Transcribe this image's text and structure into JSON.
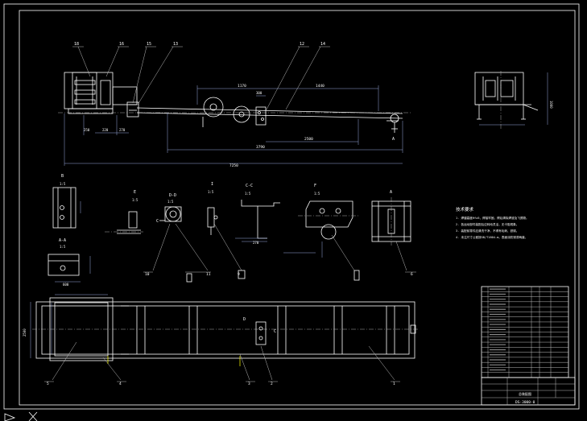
{
  "drawing": {
    "balloons": [
      "18",
      "16",
      "15",
      "13",
      "12",
      "14",
      "10",
      "11",
      "9",
      "6",
      "5",
      "4",
      "3",
      "2",
      "1"
    ],
    "dims": {
      "d1170": "1170",
      "d1440": "1440",
      "d3790": "3790",
      "d7250": "7250",
      "d2500": "2500",
      "d250": "250",
      "d220": "220",
      "d270": "270",
      "d300": "300",
      "d600": "600",
      "d1000": "1000",
      "d2500v": "2500"
    },
    "views": {
      "bView": "B",
      "bScale": "1:5",
      "aaView": "A-A",
      "aaScale": "1:5",
      "eView": "E",
      "eScale": "1:5",
      "ddView": "D-D",
      "ddScale": "1:5",
      "iView": "I",
      "iScale": "1:5",
      "ccView": "C-C",
      "ccScale": "1:5",
      "fView": "F",
      "fScale": "1:5",
      "aView": "A",
      "letterA": "A",
      "letterC": "C",
      "letterD": "D"
    },
    "tech_notes": {
      "title": "技术要求",
      "lines": [
        "1. 焊缝高度Hf≥5，焊接牢固，焊后清除焊渣及飞溅物。",
        "2. 各运动部件装配后应转动灵活，无卡阻现象。",
        "3. 装配前零件应清洗干净，不得有毛刺、铁锈。",
        "4. 未注尺寸公差按GB/T1804-m，表面涂防锈漆两道。"
      ]
    },
    "title_block": {
      "drawing_no": "DS-3000-0",
      "label_text": "总装配图"
    }
  }
}
